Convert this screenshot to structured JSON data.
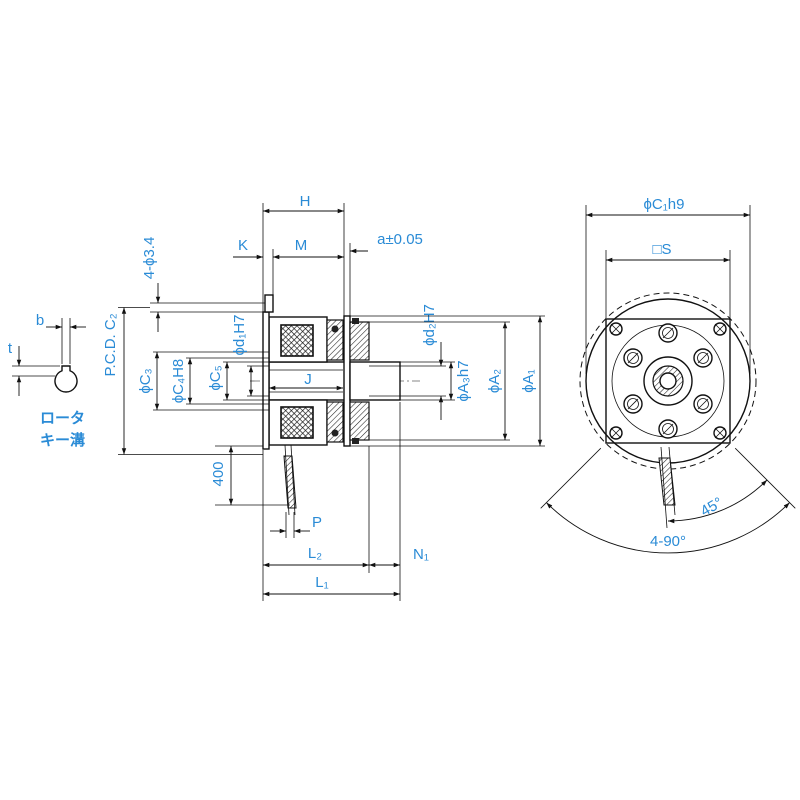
{
  "keyway_detail": {
    "b": "b",
    "t": "t",
    "caption_line1": "ロータ",
    "caption_line2": "キー溝"
  },
  "side_view": {
    "H": "H",
    "K": "K",
    "M": "M",
    "a": "a±0.05",
    "holes": "4-ϕ3.4",
    "pcd": "P.C.D. C₂",
    "c3": "ϕC₃",
    "c4": "ϕC₄H8",
    "c5": "ϕC₅",
    "d1": "ϕd₁H7",
    "d2": "ϕd₂H7",
    "a3": "ϕA₃h7",
    "a2": "ϕA₂",
    "a1": "ϕA₁",
    "J": "J",
    "lead": "400",
    "P": "P",
    "L2": "L₂",
    "N1": "N₁",
    "L1": "L₁"
  },
  "end_view": {
    "c1": "ϕC₁h9",
    "s": "□S",
    "angle": "45°",
    "pitch": "4-90°"
  },
  "colors": {
    "label": "#2a8bd6",
    "line": "#111111"
  }
}
